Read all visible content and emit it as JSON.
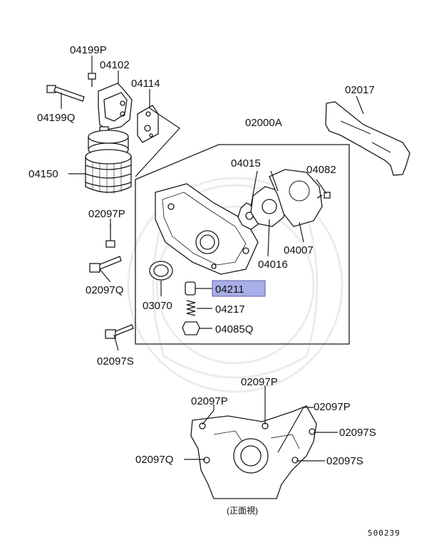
{
  "labels": {
    "p04199P": "04199P",
    "p04102": "04102",
    "p04114": "04114",
    "p04199Q": "04199Q",
    "p04150": "04150",
    "p02017": "02017",
    "p02000A": "02000A",
    "p04015": "04015",
    "p04082": "04082",
    "p04007": "04007",
    "p04016": "04016",
    "p02097P_a": "02097P",
    "p02097Q_a": "02097Q",
    "p02097S_a": "02097S",
    "p03070": "03070",
    "p04211": "04211",
    "p04217": "04217",
    "p04085Q": "04085Q",
    "p02097P_b": "02097P",
    "p02097P_c": "02097P",
    "p02097P_d": "02097P",
    "p02097S_b": "02097S",
    "p02097S_c": "02097S",
    "p02097Q_b": "02097Q"
  },
  "view_note": "(正面視)",
  "diagram_id": "500239",
  "colors": {
    "highlight_fill": "#a9aee6",
    "highlight_stroke": "#5a5fb0",
    "line": "#1a1a1a"
  }
}
